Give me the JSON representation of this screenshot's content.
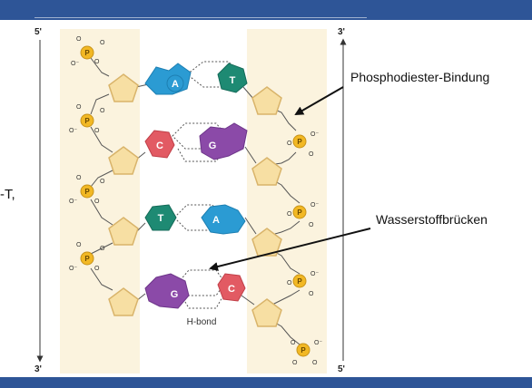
{
  "slide": {
    "side_text_fragment": "-T,",
    "callouts": {
      "phosphodiester": "Phosphodiester-Bindung",
      "hydrogen_bonds": "Wasserstoffbrücken"
    }
  },
  "diagram": {
    "end_labels": {
      "left_top": "5'",
      "left_bottom": "3'",
      "right_top": "3'",
      "right_bottom": "5'"
    },
    "hbond_label": "H-bond",
    "phosphate_letter": "P",
    "base_pairs": [
      {
        "left": "A",
        "right": "T"
      },
      {
        "left": "C",
        "right": "G"
      },
      {
        "left": "T",
        "right": "A"
      },
      {
        "left": "G",
        "right": "C"
      }
    ],
    "colors": {
      "adenine": "#2b9bd3",
      "thymine": "#1e8a73",
      "cytosine": "#e25a63",
      "guanine": "#8b4aa8",
      "sugar": "#f7dfa3",
      "sugar_stroke": "#d9b46a",
      "phosphate": "#f2b824",
      "backbone_panel": "#fbf3de",
      "header_bar": "#2e5597"
    }
  }
}
